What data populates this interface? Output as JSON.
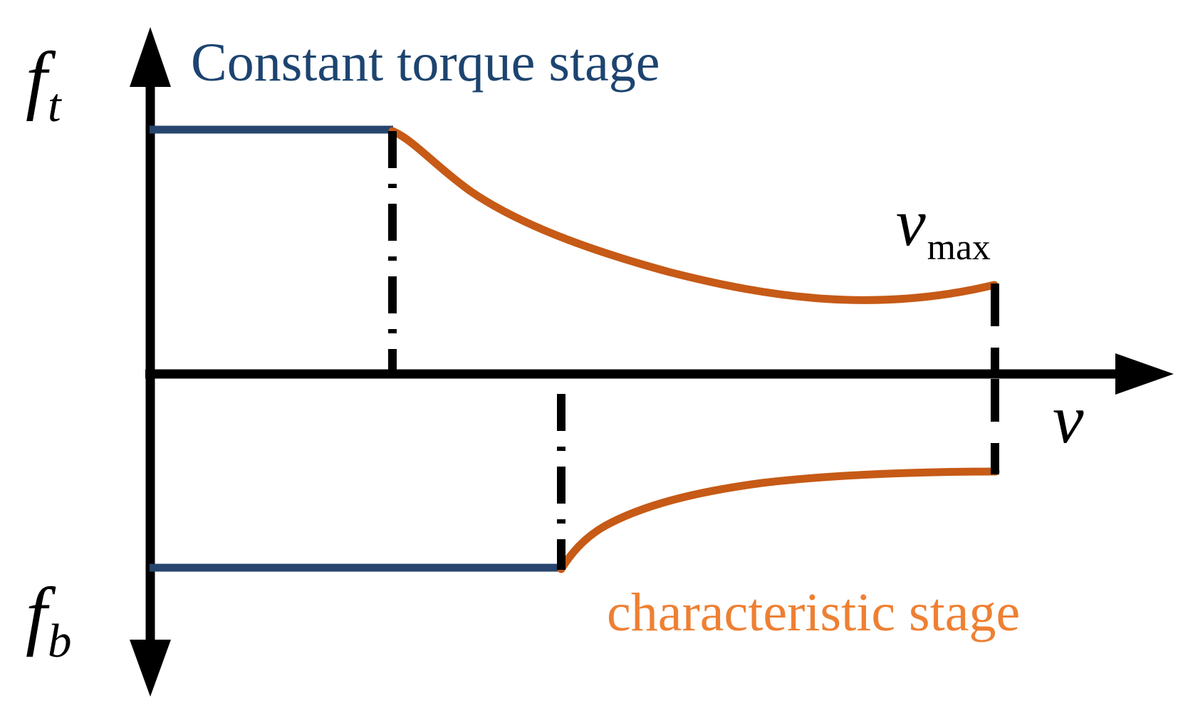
{
  "figure": {
    "kind": "traction-force-vs-speed-characteristic",
    "background_color": "#ffffff"
  },
  "axes": {
    "y_axis": {
      "positive_label": "f",
      "positive_label_sub": "t",
      "negative_label": "f",
      "negative_label_sub": "b",
      "color": "#000000"
    },
    "x_axis": {
      "label": "v",
      "color": "#000000"
    }
  },
  "annotations": {
    "vmax_label": "v",
    "vmax_sub": "max",
    "title_upper": "Constant torque stage",
    "title_lower": "characteristic stage"
  },
  "colors": {
    "constant_torque_blue": "#27456e",
    "characteristic_orange": "#c65a16",
    "label_orange": "#ee8033",
    "label_blue": "#1d4470",
    "axis_black": "#000000"
  },
  "chart_data": {
    "type": "line",
    "title": "Constant torque stage / characteristic stage",
    "xlabel": "v",
    "ylabel": "f_t / f_b",
    "grid": false,
    "legend": "none",
    "xlim": [
      0,
      1
    ],
    "ylim": [
      -1,
      1
    ],
    "annotations": [
      {
        "text": "Constant torque stage",
        "color": "#1d4470",
        "region": "upper"
      },
      {
        "text": "characteristic stage",
        "color": "#ee8033",
        "region": "lower"
      },
      {
        "text": "v_max",
        "color": "#000000",
        "region": "right"
      }
    ],
    "series": [
      {
        "name": "Traction constant torque plateau",
        "color": "#27456e",
        "stage": "constant torque",
        "quadrant": "upper",
        "points": [
          [
            0.0,
            0.62
          ],
          [
            0.285,
            0.62
          ]
        ]
      },
      {
        "name": "Traction characteristic (constant power) curve",
        "color": "#c65a16",
        "stage": "characteristic",
        "quadrant": "upper",
        "points": [
          [
            0.285,
            0.62
          ],
          [
            0.34,
            0.555
          ],
          [
            0.4,
            0.505
          ],
          [
            0.47,
            0.455
          ],
          [
            0.55,
            0.408
          ],
          [
            0.64,
            0.365
          ],
          [
            0.74,
            0.325
          ],
          [
            0.85,
            0.288
          ],
          [
            0.95,
            0.262
          ],
          [
            1.0,
            0.25
          ]
        ]
      },
      {
        "name": "Braking constant torque plateau",
        "color": "#27456e",
        "stage": "constant torque",
        "quadrant": "lower",
        "points": [
          [
            0.0,
            -0.658
          ],
          [
            0.465,
            -0.658
          ]
        ]
      },
      {
        "name": "Braking characteristic (constant power) curve",
        "color": "#c65a16",
        "stage": "characteristic",
        "quadrant": "lower",
        "points": [
          [
            0.465,
            -0.658
          ],
          [
            0.5,
            -0.545
          ],
          [
            0.545,
            -0.47
          ],
          [
            0.6,
            -0.41
          ],
          [
            0.67,
            -0.358
          ],
          [
            0.75,
            -0.318
          ],
          [
            0.84,
            -0.29
          ],
          [
            0.92,
            -0.276
          ],
          [
            1.0,
            -0.268
          ]
        ]
      }
    ],
    "markers": [
      {
        "name": "base-speed-traction",
        "type": "dash-dot vertical",
        "x": 0.285
      },
      {
        "name": "base-speed-braking",
        "type": "dash-dot vertical",
        "x": 0.465
      },
      {
        "name": "max-speed",
        "type": "dashed vertical",
        "x": 1.0,
        "label": "v_max"
      }
    ]
  }
}
